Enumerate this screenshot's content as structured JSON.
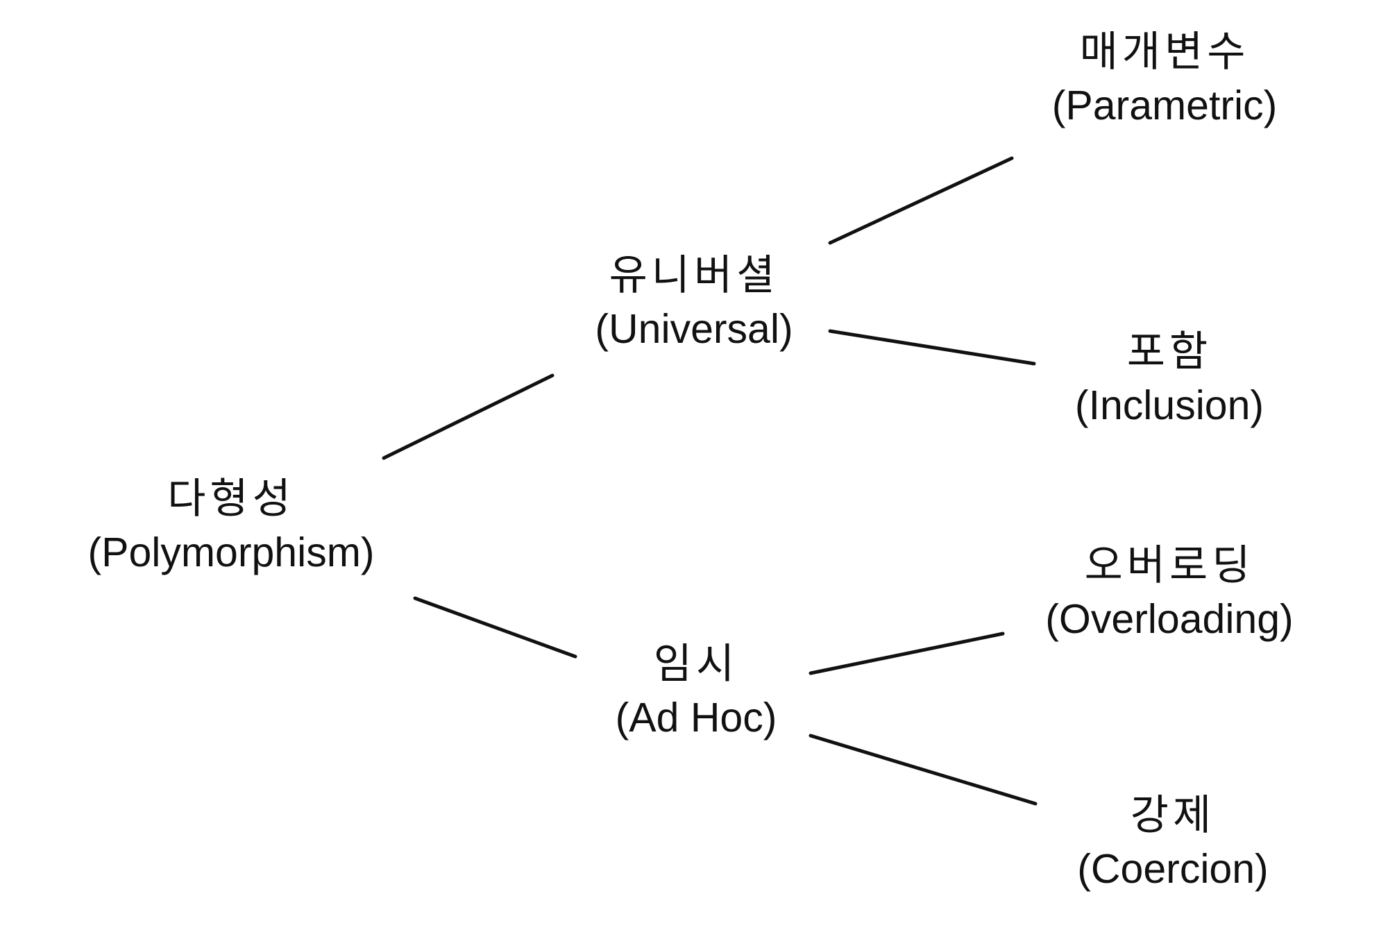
{
  "nodes": {
    "polymorphism": {
      "ko": "다형성",
      "en": "(Polymorphism)"
    },
    "universal": {
      "ko": "유니버셜",
      "en": "(Universal)"
    },
    "adhoc": {
      "ko": "임시",
      "en": "(Ad Hoc)"
    },
    "parametric": {
      "ko": "매개변수",
      "en": "(Parametric)"
    },
    "inclusion": {
      "ko": "포함",
      "en": "(Inclusion)"
    },
    "overloading": {
      "ko": "오버로딩",
      "en": "(Overloading)"
    },
    "coercion": {
      "ko": "강제",
      "en": "(Coercion)"
    }
  },
  "edges": [
    {
      "from": "polymorphism",
      "to": "universal"
    },
    {
      "from": "polymorphism",
      "to": "adhoc"
    },
    {
      "from": "universal",
      "to": "parametric"
    },
    {
      "from": "universal",
      "to": "inclusion"
    },
    {
      "from": "adhoc",
      "to": "overloading"
    },
    {
      "from": "adhoc",
      "to": "coercion"
    }
  ],
  "colors": {
    "line": "#111111",
    "text": "#111111",
    "background": "#ffffff"
  }
}
